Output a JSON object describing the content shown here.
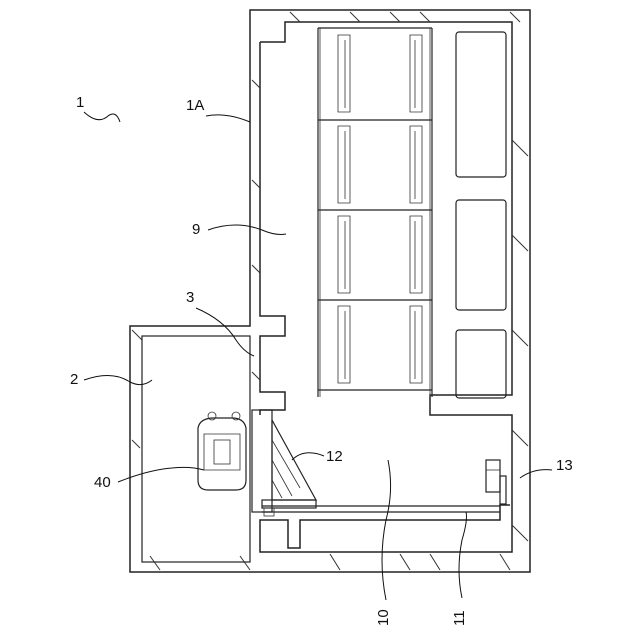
{
  "figure": {
    "labels": {
      "facility": "1",
      "building": "1A",
      "entrance_room": "2",
      "partition": "3",
      "storage_rack": "9",
      "transfer_area": "10",
      "rail": "11",
      "transfer_device": "12",
      "drive_unit": "13",
      "vehicle": "40"
    }
  }
}
